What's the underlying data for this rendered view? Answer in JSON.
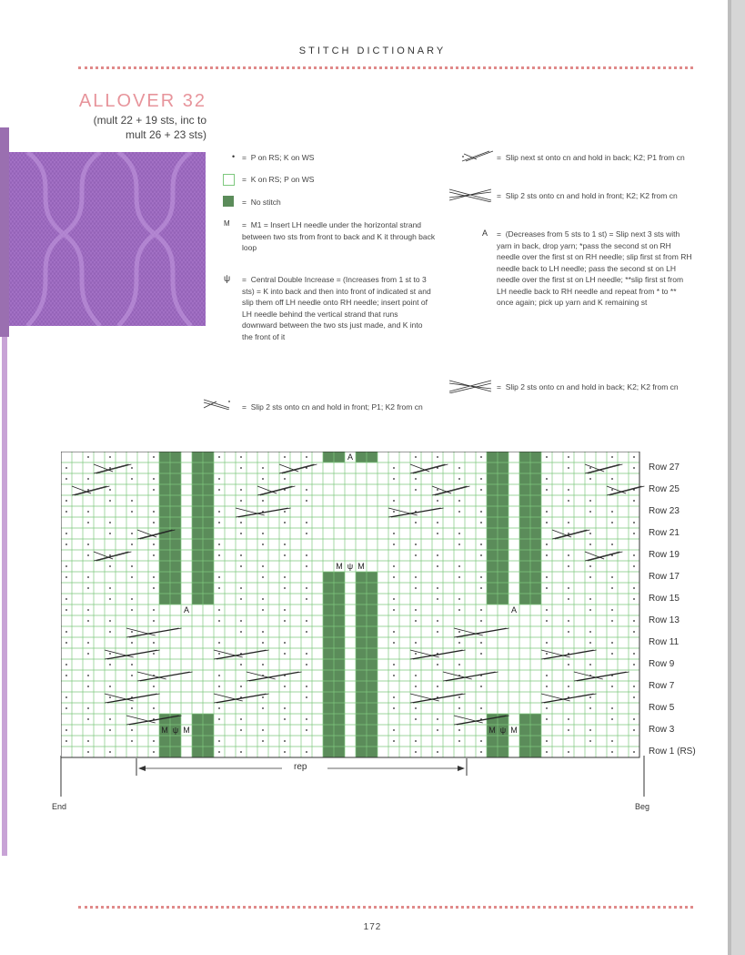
{
  "header": "STITCH DICTIONARY",
  "pattern": {
    "title": "ALLOVER 32",
    "subtitle_line1": "(mult 22 + 19 sts, inc to",
    "subtitle_line2": "mult 26 + 23 sts)"
  },
  "key_left": [
    {
      "symbol": "•",
      "text": "P on RS; K on WS"
    },
    {
      "symbol": "",
      "text": "K on RS; P on WS"
    },
    {
      "symbol": "",
      "text": "No stitch"
    },
    {
      "symbol": "M",
      "text": "M1 = Insert LH needle under the horizontal strand between two sts from front to back and K it through back loop"
    },
    {
      "symbol": "ψ",
      "text": "Central Double Increase = (Increases from 1 st to 3 sts) = K into back and then into front of indicated st and slip them off LH needle onto RH needle; insert point of LH needle behind the vertical strand that runs downward between the two sts just made, and K into the front of it"
    },
    {
      "symbol": "",
      "text": "Slip 2 sts onto cn and hold in front; P1; K2 from cn"
    }
  ],
  "key_right": [
    {
      "symbol": "",
      "text": "Slip next st onto cn and hold in back; K2; P1 from cn"
    },
    {
      "symbol": "",
      "text": "Slip 2 sts onto cn and hold in front; K2; K2 from cn"
    },
    {
      "symbol": "A",
      "text": "(Decreases from 5 sts to 1 st) = Slip next 3 sts with yarn in back, drop yarn; *pass the second st on RH needle over the first st on RH needle; slip first st from RH needle back to LH needle; pass the second st on LH needle over the first st on LH needle; **slip first st from LH needle back to RH needle and repeat from * to ** once again; pick up yarn and K remaining st"
    },
    {
      "symbol": "",
      "text": "Slip 2 sts onto cn and hold in back; K2; K2 from cn"
    }
  ],
  "chart": {
    "rows_labels": [
      "Row 27",
      "Row 25",
      "Row 23",
      "Row 21",
      "Row 19",
      "Row 17",
      "Row 15",
      "Row 13",
      "Row 11",
      "Row 9",
      "Row 7",
      "Row 5",
      "Row 3",
      "Row 1 (RS)"
    ],
    "rep_label": "rep",
    "end_label": "End",
    "beg_label": "Beg",
    "increase_marker": "M",
    "cdi_marker": "ψ",
    "dec_marker": "A"
  },
  "colors": {
    "grid_line": "#7ec87e",
    "no_stitch": "#5b8c5a",
    "accent_title": "#e7949b",
    "swatch": "#a270c4",
    "dots": "#e08a8a"
  },
  "page_number": "172"
}
